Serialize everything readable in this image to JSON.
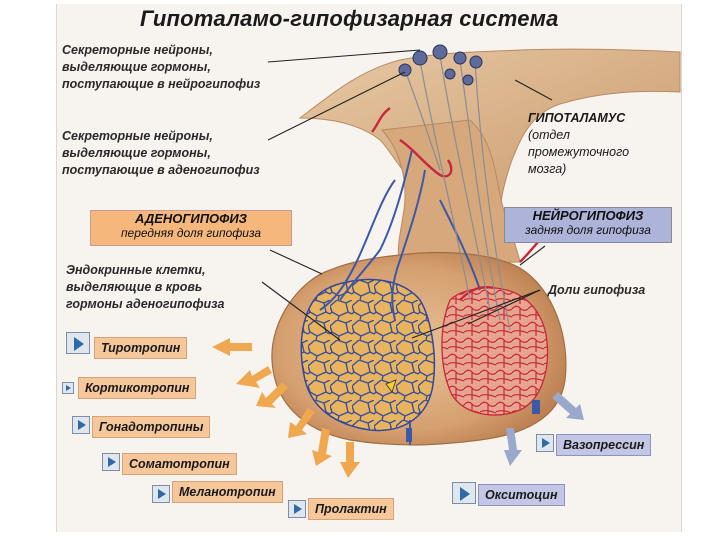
{
  "title": "Гипоталамо-гипофизарная система",
  "labels": {
    "secretory_neuro": [
      "Секреторные нейроны,",
      "выделяющие гормоны,",
      "поступающие в нейрогипофиз"
    ],
    "secretory_adeno": [
      "Секреторные нейроны,",
      "выделяющие гормоны,",
      "поступающие в аденогипофиз"
    ],
    "endocrine": [
      "Эндокринные клетки,",
      "выделяющие в кровь",
      "гормоны аденогипофиза"
    ],
    "lobes": "Доли гипофиза"
  },
  "hypothalamus": {
    "title": "ГИПОТАЛАМУС",
    "lines": [
      "(отдел",
      "промежуточного",
      "мозга)"
    ]
  },
  "adenohypophysis": {
    "title": "АДЕНОГИПОФИЗ",
    "subtitle": "передняя доля гипофиза"
  },
  "neurohypophysis": {
    "title": "НЕЙРОГИПОФИЗ",
    "subtitle": "задняя доля гипофиза"
  },
  "hormones_adeno": [
    "Тиротропин",
    "Кортикотропин",
    "Гонадотропины",
    "Соматотропин",
    "Меланотропин",
    "Пролактин"
  ],
  "hormones_neuro": [
    "Вазопрессин",
    "Окситоцин"
  ],
  "colors": {
    "anterior_box": "#f5b77c",
    "posterior_box": "#aeb3d9",
    "gland": "#d9a777",
    "artery": "#c8283c",
    "vein": "#3c58a8",
    "arrow_orange": "#f0a850",
    "arrow_blue": "#9aa8cc"
  }
}
